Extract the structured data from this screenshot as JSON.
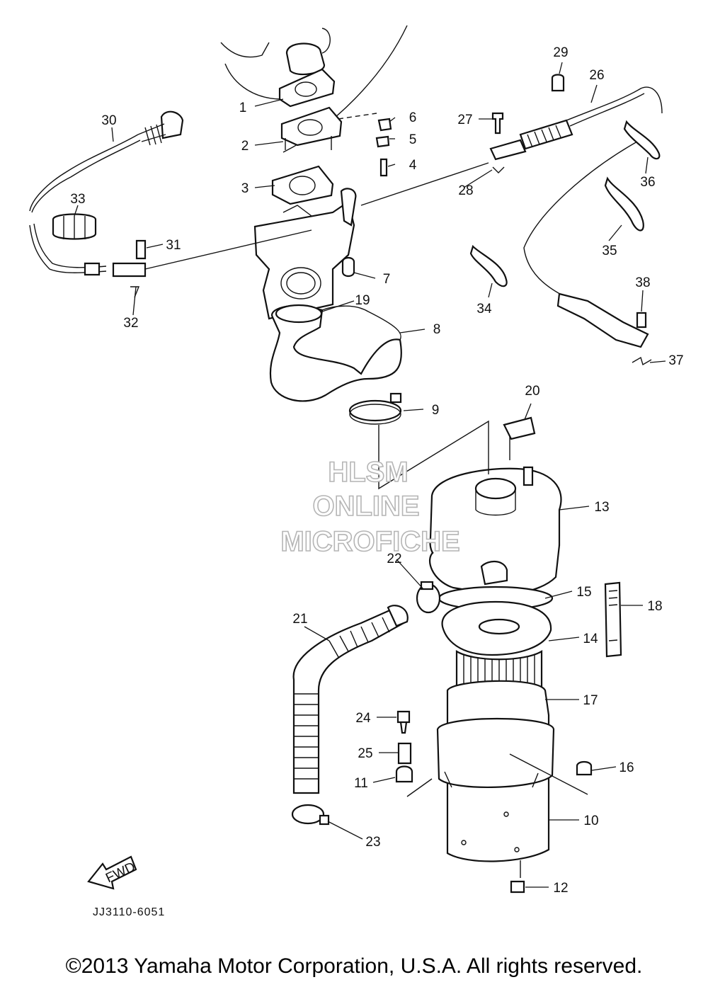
{
  "callouts": [
    "1",
    "2",
    "3",
    "4",
    "5",
    "6",
    "7",
    "8",
    "9",
    "10",
    "11",
    "12",
    "13",
    "14",
    "15",
    "16",
    "17",
    "18",
    "19",
    "20",
    "21",
    "22",
    "23",
    "24",
    "25",
    "26",
    "27",
    "28",
    "29",
    "30",
    "31",
    "32",
    "33",
    "34",
    "35",
    "36",
    "37",
    "38"
  ],
  "watermark": {
    "line1": "HLSM",
    "line2": "ONLINE",
    "line3": "MICROFICHE"
  },
  "fwd_label": "FWD",
  "diagram_code": "JJ3110-6051",
  "copyright": "©2013 Yamaha Motor Corporation, U.S.A. All rights reserved."
}
